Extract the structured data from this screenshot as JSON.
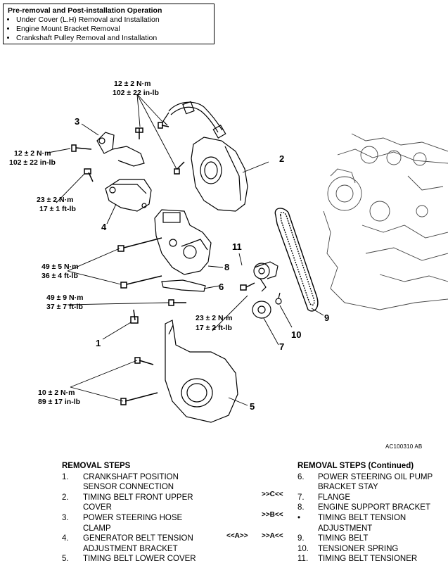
{
  "pre_removal": {
    "title": "Pre-removal and Post-installation Operation",
    "items": [
      "Under Cover (L.H) Removal and Installation",
      "Engine Mount Bracket Removal",
      "Crankshaft Pulley Removal and Installation"
    ]
  },
  "torques": {
    "t1": [
      "12 ± 2 N·m",
      "102 ± 22 in-lb"
    ],
    "t2": [
      "12 ± 2 N·m",
      "102 ± 22 in-lb"
    ],
    "t3": [
      "23 ± 2 N·m",
      "17 ± 1 ft-lb"
    ],
    "t4": [
      "49 ± 5 N·m",
      "36 ± 4 ft-lb"
    ],
    "t5": [
      "49 ± 9 N·m",
      "37 ± 7 ft-lb"
    ],
    "t6": [
      "23 ± 2 N·m",
      "17 ± 2 ft-lb"
    ],
    "t7": [
      "10 ± 2 N·m",
      "89 ± 17 in-lb"
    ]
  },
  "callouts": [
    "1",
    "2",
    "3",
    "4",
    "5",
    "6",
    "7",
    "8",
    "9",
    "10",
    "11"
  ],
  "figure_code": "AC100310 AB",
  "removal_steps": {
    "header": "REMOVAL STEPS",
    "items": [
      {
        "n": "1.",
        "lines": [
          "CRANKSHAFT POSITION",
          "SENSOR CONNECTION"
        ]
      },
      {
        "n": "2.",
        "lines": [
          "TIMING BELT FRONT UPPER",
          "COVER"
        ]
      },
      {
        "n": "3.",
        "lines": [
          "POWER STEERING HOSE",
          "CLAMP"
        ]
      },
      {
        "n": "4.",
        "lines": [
          "GENERATOR BELT TENSION",
          "ADJUSTMENT BRACKET"
        ]
      },
      {
        "n": "5.",
        "lines": [
          "TIMING BELT LOWER COVER"
        ]
      }
    ]
  },
  "removal_steps_cont": {
    "header": "REMOVAL STEPS (Continued)",
    "items": [
      {
        "n": "6.",
        "lines": [
          "POWER STEERING OIL PUMP",
          "BRACKET STAY"
        ]
      },
      {
        "n": "7.",
        "lines": [
          "FLANGE"
        ]
      },
      {
        "n": "8.",
        "lines": [
          "ENGINE SUPPORT BRACKET"
        ]
      },
      {
        "n": "•",
        "lines": [
          "TIMING BELT TENSION",
          "ADJUSTMENT"
        ]
      },
      {
        "n": "9.",
        "lines": [
          "TIMING BELT"
        ]
      },
      {
        "n": "10.",
        "lines": [
          "TENSIONER SPRING"
        ]
      },
      {
        "n": "11.",
        "lines": [
          "TIMING BELT TENSIONER"
        ]
      }
    ]
  },
  "service_marks": {
    "flange": ">>C<<",
    "tension_adj": ">>B<<",
    "belt_install": ">>A<<",
    "belt_remove": "<<A>>"
  }
}
